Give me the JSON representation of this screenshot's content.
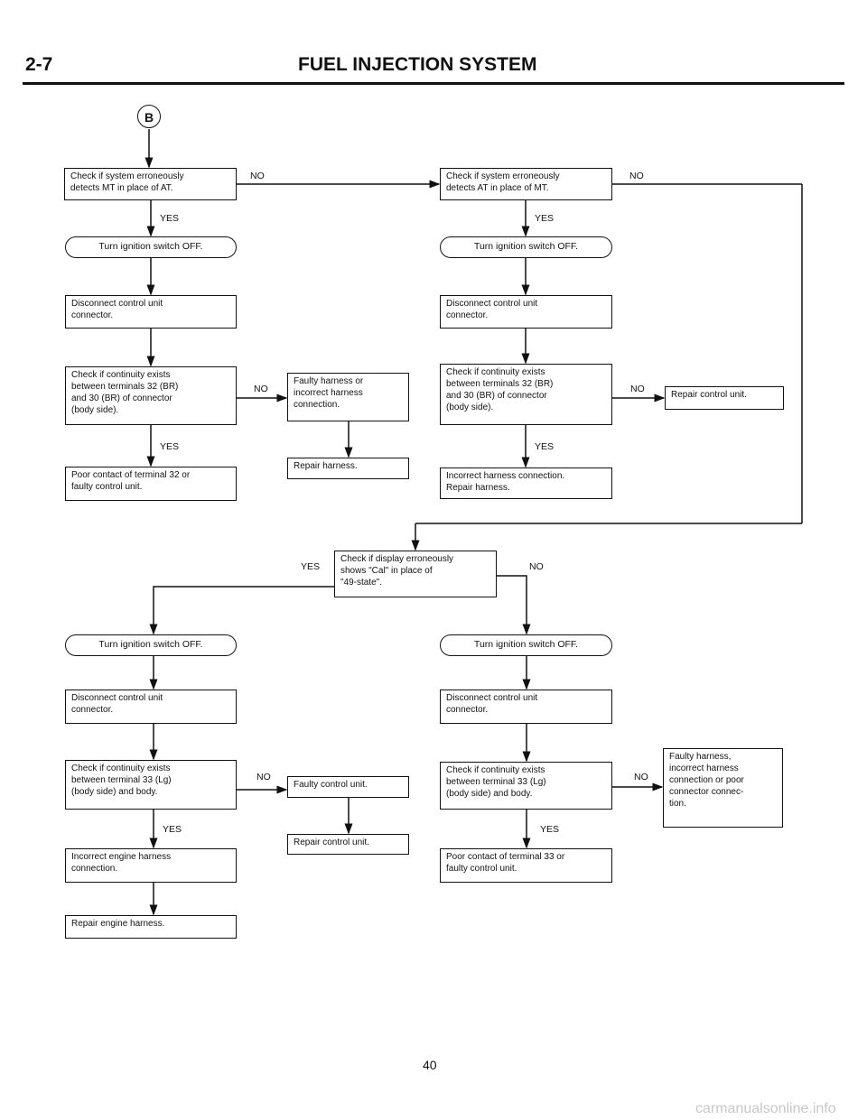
{
  "header": {
    "section": "2-7",
    "title": "FUEL INJECTION SYSTEM"
  },
  "connector": "B",
  "labels": {
    "yes": "YES",
    "no": "NO"
  },
  "left_top": {
    "check": "Check if system erroneously\ndetects MT in place of AT.",
    "ign": "Turn ignition switch OFF.",
    "disc": "Disconnect control unit\nconnector.",
    "cont": "Check if continuity exists\nbetween terminals 32 (BR)\nand 30 (BR) of connector\n(body side).",
    "faulty": "Faulty harness or\nincorrect harness\nconnection.",
    "repair": "Repair harness.",
    "poor": "Poor contact of terminal 32 or\nfaulty control unit."
  },
  "right_top": {
    "check": "Check if system erroneously\ndetects AT in place of MT.",
    "ign": "Turn ignition switch OFF.",
    "disc": "Disconnect control unit\nconnector.",
    "cont": "Check if continuity exists\nbetween terminals 32 (BR)\nand 30 (BR) of connector\n(body side).",
    "repair_cu": "Repair control unit.",
    "incorrect": "Incorrect harness connection.\nRepair harness."
  },
  "display_check": "Check if display erroneously\nshows \"Cal\" in place of\n\"49-state\".",
  "left_bottom": {
    "ign": "Turn ignition switch OFF.",
    "disc": "Disconnect control unit\nconnector.",
    "cont": "Check if continuity exists\nbetween terminal 33 (Lg)\n(body side) and body.",
    "faulty_cu": "Faulty control unit.",
    "repair_cu": "Repair control unit.",
    "incorrect": "Incorrect engine harness\nconnection.",
    "repair_eng": "Repair engine harness."
  },
  "right_bottom": {
    "ign": "Turn ignition switch OFF.",
    "disc": "Disconnect control unit\nconnector.",
    "cont": "Check if continuity exists\nbetween terminal 33 (Lg)\n(body side) and body.",
    "faulty": "Faulty harness,\nincorrect harness\nconnection or poor\nconnector connec-\ntion.",
    "poor": "Poor contact of terminal 33 or\nfaulty control unit."
  },
  "page_number": "40",
  "watermark": "carmanualsonline.info"
}
